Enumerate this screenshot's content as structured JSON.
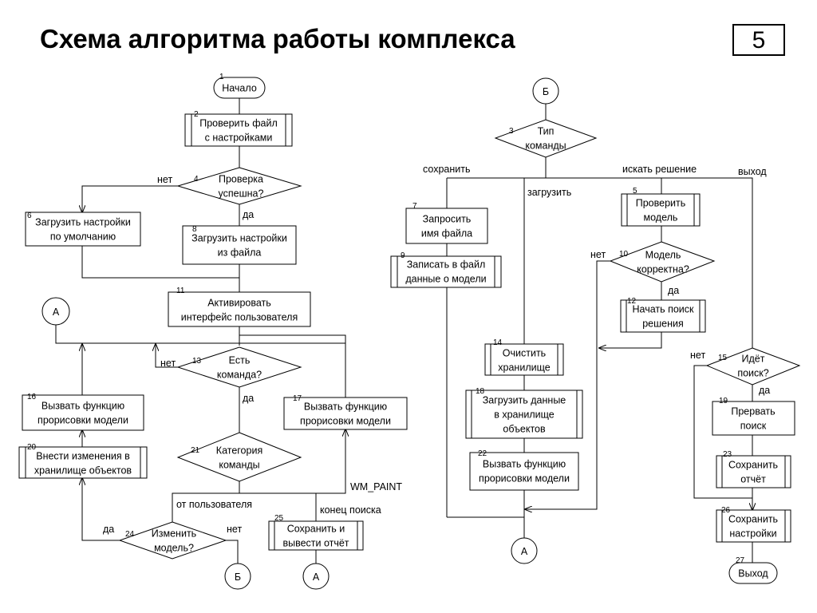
{
  "title": "Схема алгоритма работы комплекса",
  "slide_number": "5",
  "blocks": {
    "b1": {
      "num": "1",
      "lines": [
        "Начало"
      ]
    },
    "b2": {
      "num": "2",
      "lines": [
        "Проверить файл",
        "с настройками"
      ]
    },
    "b4": {
      "num": "4",
      "lines": [
        "Проверка",
        "успешна?"
      ]
    },
    "b6": {
      "num": "6",
      "lines": [
        "Загрузить настройки",
        "по умолчанию"
      ]
    },
    "b8": {
      "num": "8",
      "lines": [
        "Загрузить настройки",
        "из файла"
      ]
    },
    "b11": {
      "num": "11",
      "lines": [
        "Активировать",
        "интерфейс пользователя"
      ]
    },
    "b13": {
      "num": "13",
      "lines": [
        "Есть",
        "команда?"
      ]
    },
    "b16": {
      "num": "16",
      "lines": [
        "Вызвать функцию",
        "прорисовки модели"
      ]
    },
    "b17": {
      "num": "17",
      "lines": [
        "Вызвать функцию",
        "прорисовки модели"
      ]
    },
    "b20": {
      "num": "20",
      "lines": [
        "Внести изменения в",
        "хранилище объектов"
      ]
    },
    "b21": {
      "num": "21",
      "lines": [
        "Категория",
        "команды"
      ]
    },
    "b24": {
      "num": "24",
      "lines": [
        "Изменить",
        "модель?"
      ]
    },
    "b25": {
      "num": "25",
      "lines": [
        "Сохранить и",
        "вывести отчёт"
      ]
    },
    "b3": {
      "num": "3",
      "lines": [
        "Тип",
        "команды"
      ]
    },
    "b5": {
      "num": "5",
      "lines": [
        "Проверить",
        "модель"
      ]
    },
    "b7": {
      "num": "7",
      "lines": [
        "Запросить",
        "имя файла"
      ]
    },
    "b9": {
      "num": "9",
      "lines": [
        "Записать в файл",
        "данные о модели"
      ]
    },
    "b10": {
      "num": "10",
      "lines": [
        "Модель",
        "корректна?"
      ]
    },
    "b12": {
      "num": "12",
      "lines": [
        "Начать поиск",
        "решения"
      ]
    },
    "b14": {
      "num": "14",
      "lines": [
        "Очистить",
        "хранилище"
      ]
    },
    "b15": {
      "num": "15",
      "lines": [
        "Идёт",
        "поиск?"
      ]
    },
    "b18": {
      "num": "18",
      "lines": [
        "Загрузить данные",
        "в хранилище",
        "объектов"
      ]
    },
    "b19": {
      "num": "19",
      "lines": [
        "Прервать",
        "поиск"
      ]
    },
    "b22": {
      "num": "22",
      "lines": [
        "Вызвать функцию",
        "прорисовки модели"
      ]
    },
    "b23": {
      "num": "23",
      "lines": [
        "Сохранить",
        "отчёт"
      ]
    },
    "b26": {
      "num": "26",
      "lines": [
        "Сохранить",
        "настройки"
      ]
    },
    "b27": {
      "num": "27",
      "lines": [
        "Выход"
      ]
    }
  },
  "connectors": {
    "a_left": "А",
    "b_bottom": "Б",
    "a_bottom": "А",
    "b_top": "Б",
    "a_right": "А"
  },
  "labels": {
    "no_4": "нет",
    "yes_4": "да",
    "no_13": "нет",
    "yes_13": "да",
    "from_user": "от пользователя",
    "wm_paint": "WM_PAINT",
    "search_end": "конец поиска",
    "yes_24": "да",
    "no_24": "нет",
    "save": "сохранить",
    "load": "загрузить",
    "find_solution": "искать решение",
    "exit": "выход",
    "no_10": "нет",
    "yes_10": "да",
    "no_15": "нет",
    "yes_15": "да"
  }
}
